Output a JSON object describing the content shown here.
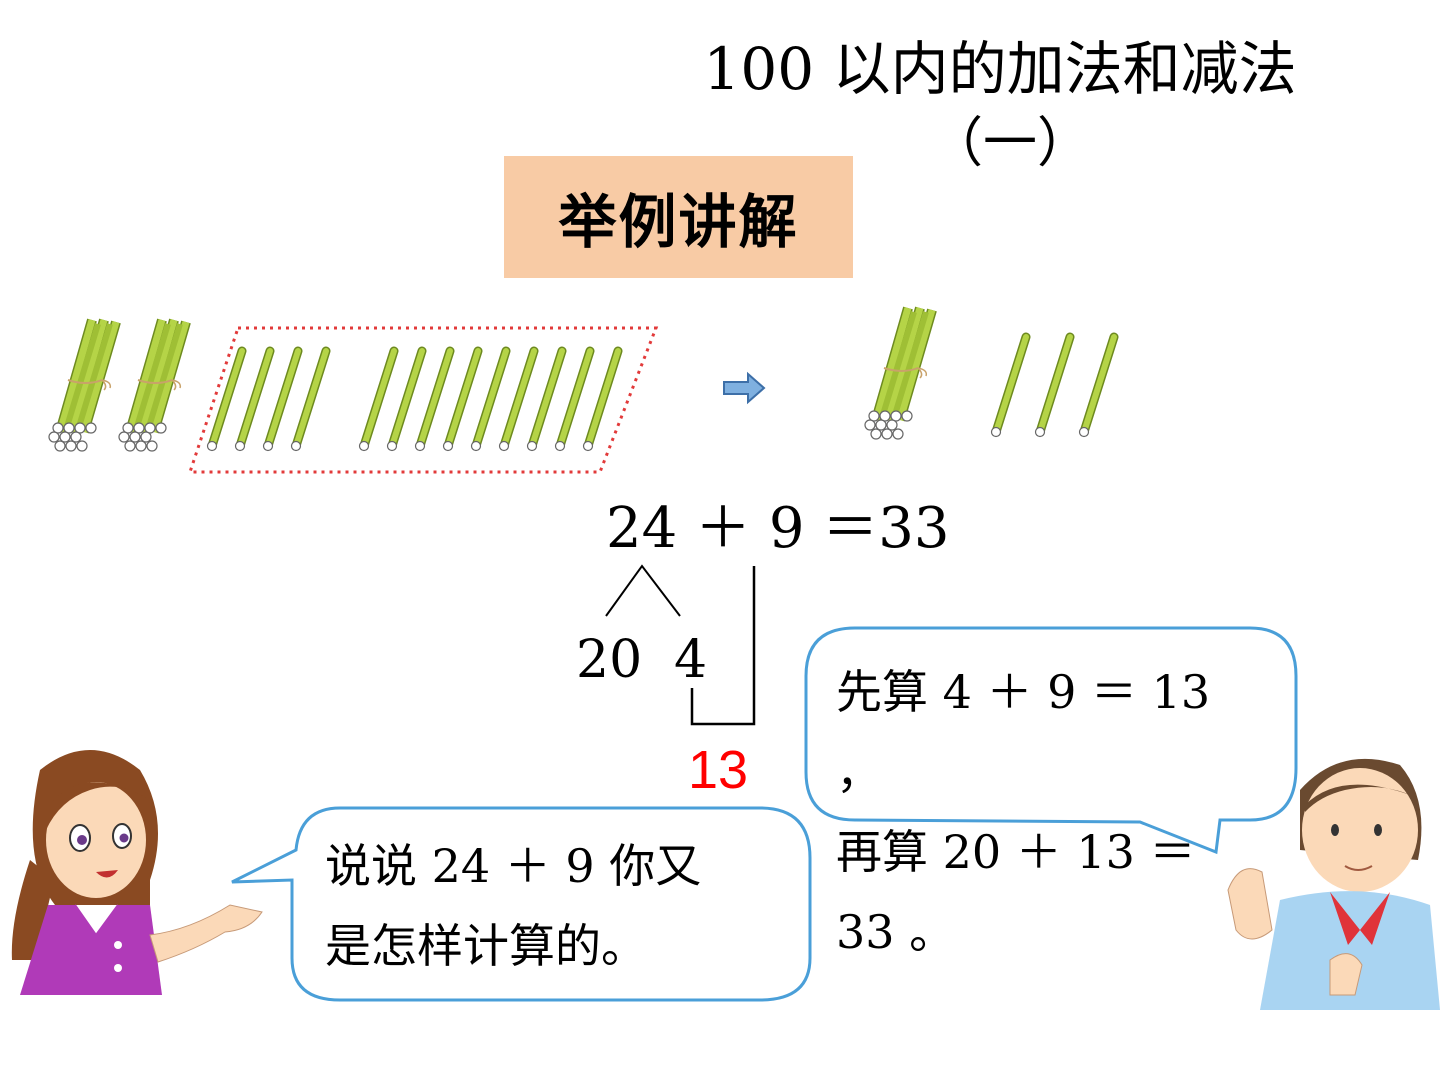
{
  "title": {
    "line1": "100 以内的加法和减法",
    "line2": "（一）"
  },
  "section_label": "举例讲解",
  "equation": "24 ＋ 9 ＝33",
  "split": {
    "tens": "20",
    "ones": "4"
  },
  "partial_sum": "13",
  "teacher_bubble": {
    "line1": "说说 24 ＋ 9 你又",
    "line2": "是怎样计算的。"
  },
  "student_bubble": {
    "line1": "先算 4 ＋ 9 ＝ 13",
    "line2": "，",
    "line3": "再算 20 ＋ 13 ＝",
    "line4": "33 。"
  },
  "colors": {
    "section_bg": "#f8cba5",
    "stick": "#a8c83c",
    "bubble_border": "#4a9fd8",
    "highlight": "#ff0000",
    "arrow": "#5b8fc8"
  },
  "icons": [
    "stick-bundle-icon",
    "loose-stick-icon",
    "right-arrow-icon",
    "teacher-avatar",
    "student-avatar"
  ]
}
